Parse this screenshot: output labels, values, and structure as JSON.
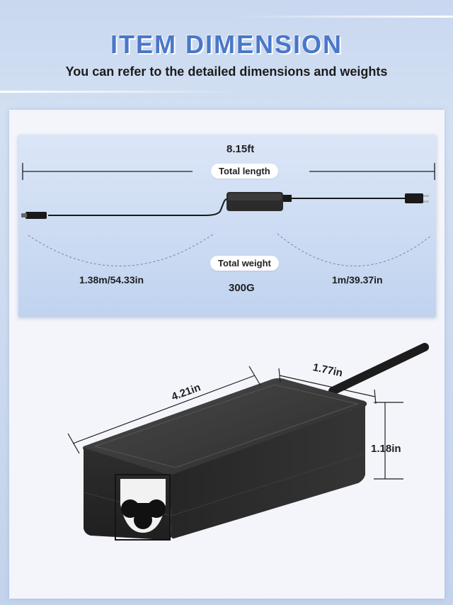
{
  "header": {
    "title": "ITEM DIMENSION",
    "subtitle": "You can refer to the detailed dimensions and weights"
  },
  "cable_diagram": {
    "total_length_value": "8.15ft",
    "total_length_label": "Total length",
    "total_weight_label": "Total weight",
    "total_weight_value": "300G",
    "left_cable_length": "1.38m/54.33in",
    "right_cable_length": "1m/39.37in"
  },
  "adapter_dimensions": {
    "length": "4.21in",
    "width": "1.77in",
    "height": "1.18in"
  },
  "colors": {
    "title_blue": "#4a77c8",
    "adapter_black": "#2a2a2a"
  }
}
